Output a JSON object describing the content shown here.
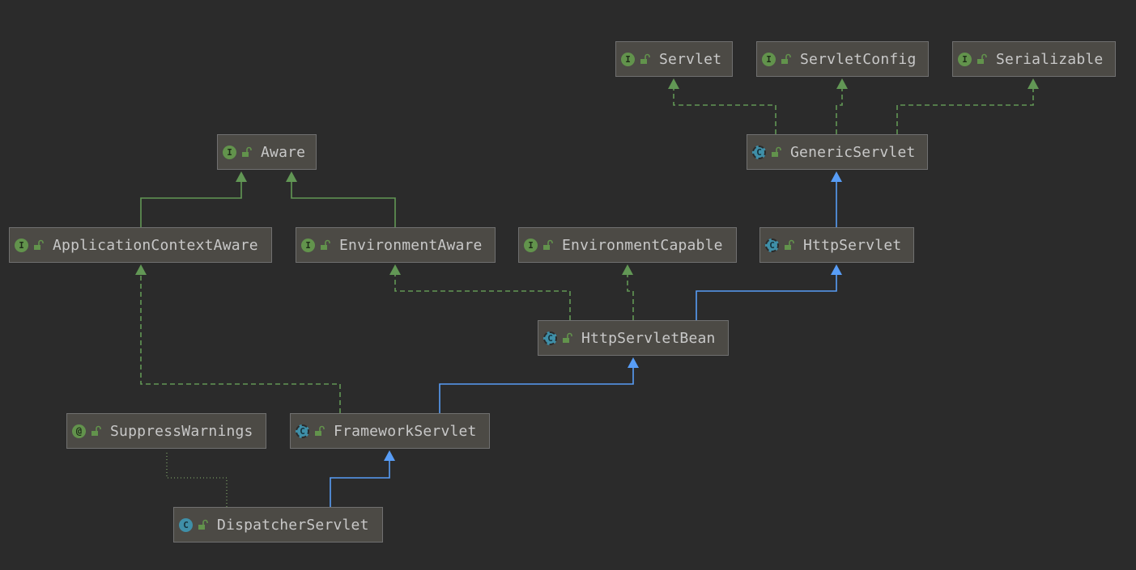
{
  "colors": {
    "background": "#2b2b2b",
    "node_fill": "#4c4a45",
    "node_border": "#707070",
    "implements_edge": "#629755",
    "extends_edge": "#589df6",
    "annotation_edge": "#6a8759"
  },
  "nodes": {
    "servlet": {
      "label": "Servlet",
      "kind": "interface",
      "kind_glyph": "I"
    },
    "servlet_config": {
      "label": "ServletConfig",
      "kind": "interface",
      "kind_glyph": "I"
    },
    "serializable": {
      "label": "Serializable",
      "kind": "interface",
      "kind_glyph": "I"
    },
    "aware": {
      "label": "Aware",
      "kind": "interface",
      "kind_glyph": "I"
    },
    "generic_servlet": {
      "label": "GenericServlet",
      "kind": "abstract-class",
      "kind_glyph": "C"
    },
    "application_context_aware": {
      "label": "ApplicationContextAware",
      "kind": "interface",
      "kind_glyph": "I"
    },
    "environment_aware": {
      "label": "EnvironmentAware",
      "kind": "interface",
      "kind_glyph": "I"
    },
    "environment_capable": {
      "label": "EnvironmentCapable",
      "kind": "interface",
      "kind_glyph": "I"
    },
    "http_servlet": {
      "label": "HttpServlet",
      "kind": "abstract-class",
      "kind_glyph": "C"
    },
    "http_servlet_bean": {
      "label": "HttpServletBean",
      "kind": "abstract-class",
      "kind_glyph": "C"
    },
    "suppress_warnings": {
      "label": "SuppressWarnings",
      "kind": "annotation",
      "kind_glyph": "@"
    },
    "framework_servlet": {
      "label": "FrameworkServlet",
      "kind": "abstract-class",
      "kind_glyph": "C"
    },
    "dispatcher_servlet": {
      "label": "DispatcherServlet",
      "kind": "class",
      "kind_glyph": "C"
    }
  },
  "relations": [
    {
      "from": "generic_servlet",
      "to": "servlet",
      "type": "implements"
    },
    {
      "from": "generic_servlet",
      "to": "servlet_config",
      "type": "implements"
    },
    {
      "from": "generic_servlet",
      "to": "serializable",
      "type": "implements"
    },
    {
      "from": "application_context_aware",
      "to": "aware",
      "type": "interface-extends"
    },
    {
      "from": "environment_aware",
      "to": "aware",
      "type": "interface-extends"
    },
    {
      "from": "http_servlet",
      "to": "generic_servlet",
      "type": "extends"
    },
    {
      "from": "http_servlet_bean",
      "to": "environment_aware",
      "type": "implements"
    },
    {
      "from": "http_servlet_bean",
      "to": "environment_capable",
      "type": "implements"
    },
    {
      "from": "http_servlet_bean",
      "to": "http_servlet",
      "type": "extends"
    },
    {
      "from": "framework_servlet",
      "to": "http_servlet_bean",
      "type": "extends"
    },
    {
      "from": "framework_servlet",
      "to": "application_context_aware",
      "type": "implements"
    },
    {
      "from": "dispatcher_servlet",
      "to": "framework_servlet",
      "type": "extends"
    },
    {
      "from": "dispatcher_servlet",
      "to": "suppress_warnings",
      "type": "annotated-with"
    }
  ]
}
